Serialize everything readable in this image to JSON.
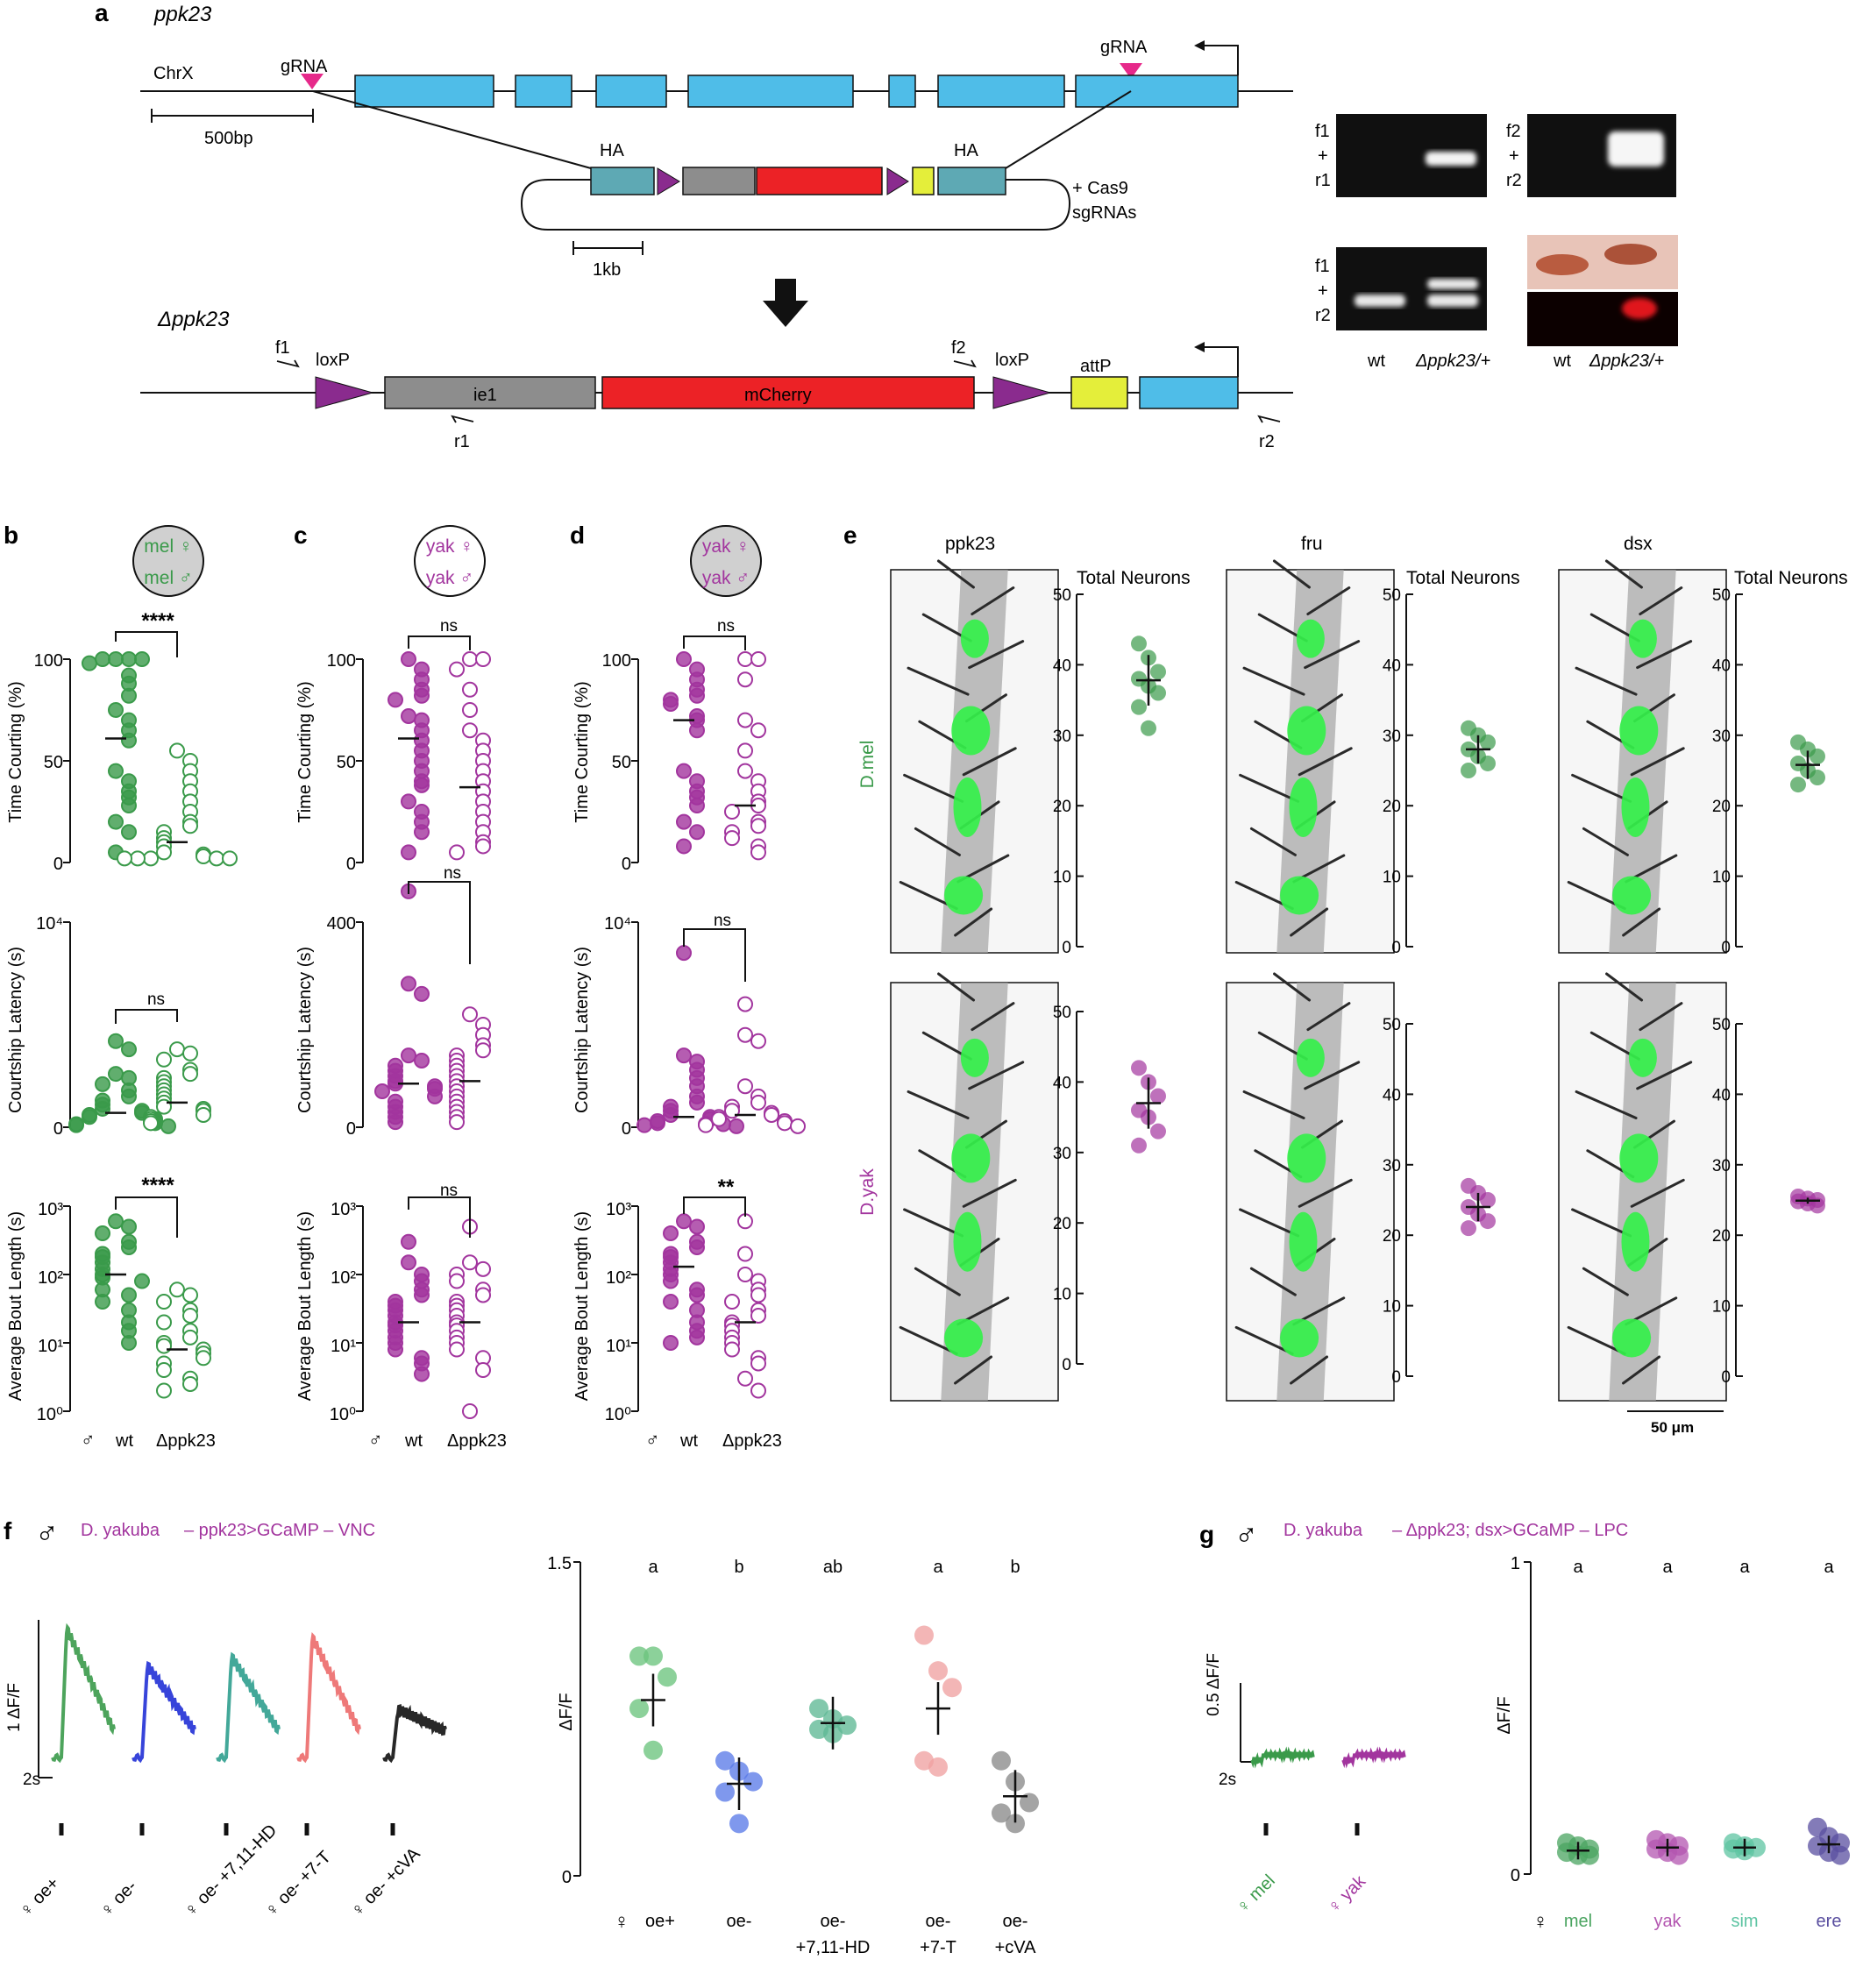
{
  "panel_a": {
    "letter": "a",
    "gene_title": "ppk23",
    "chr_label": "ChrX",
    "grna_label": "gRNA",
    "scale_500bp": "500bp",
    "ha_label": "HA",
    "cas9_line1": "+ Cas9",
    "cas9_line2": "sgRNAs",
    "scale_1kb": "1kb",
    "mutant_title": "Δppk23",
    "f1": "f1",
    "f2": "f2",
    "r1": "r1",
    "r2": "r2",
    "loxp": "loxP",
    "ie1": "ie1",
    "mcherry": "mCherry",
    "attp": "attP",
    "gel_f1r1": [
      "f1",
      "+",
      "r1"
    ],
    "gel_f2r2": [
      "f2",
      "+",
      "r2"
    ],
    "gel_f1r2": [
      "f1",
      "+",
      "r2"
    ],
    "gel_wt": "wt",
    "gel_mut": "Δppk23/+",
    "fly_wt": "wt",
    "fly_mut": "Δppk23/+"
  },
  "panels_bcd": {
    "b_letter": "b",
    "c_letter": "c",
    "d_letter": "d",
    "icon_b": [
      "mel ♀",
      "mel ♂"
    ],
    "icon_c": [
      "yak ♀",
      "yak ♂"
    ],
    "icon_d": [
      "yak ♀",
      "yak ♂"
    ],
    "ylabel_time": "Time Courting (%)",
    "ylabel_latency": "Courtship Latency (s)",
    "ylabel_bout": "Average Bout Length (s)",
    "xlabel_male": "♂",
    "xlabel_wt": "wt",
    "xlabel_mut": "Δppk23",
    "sig": {
      "b_time": "****",
      "b_lat": "ns",
      "b_bout": "****",
      "c_time": "ns",
      "c_lat": "ns",
      "c_bout": "ns",
      "d_time": "ns",
      "d_lat": "ns",
      "d_bout": "**"
    },
    "ticks_time": [
      "0",
      "50",
      "100"
    ],
    "ticks_lat_log": [
      "0",
      "10⁴"
    ],
    "ticks_lat_lin": [
      "0",
      "400"
    ],
    "ticks_bout": [
      "10⁰",
      "10¹",
      "10²",
      "10³"
    ]
  },
  "panel_e": {
    "letter": "e",
    "col_titles": [
      "ppk23",
      "fru",
      "dsx"
    ],
    "row_labels": [
      "D.mel",
      "D.yak"
    ],
    "axis_title": "Total Neurons",
    "ticks": [
      "0",
      "10",
      "20",
      "30",
      "40",
      "50"
    ],
    "scale_bar": "50 μm"
  },
  "panel_f": {
    "letter": "f",
    "title_species": "D. yakuba",
    "title_rest": "– ppk23>GCaMP – VNC",
    "scale_y": "1 ΔF/F",
    "scale_x": "2s",
    "trace_labels": [
      "♀ oe+",
      "♀ oe-",
      "♀ oe- +7,11-HD",
      "♀ oe- +7-T",
      "♀ oe- +cVA"
    ],
    "ylabel": "ΔF/F",
    "yticks": [
      "0",
      "1.5"
    ],
    "letters": [
      "a",
      "b",
      "ab",
      "a",
      "b"
    ],
    "x_female": "♀",
    "x_labels": [
      [
        "oe+"
      ],
      [
        "oe-"
      ],
      [
        "oe-",
        "+7,11-HD"
      ],
      [
        "oe-",
        "+7-T"
      ],
      [
        "oe-",
        "+cVA"
      ]
    ]
  },
  "panel_g": {
    "letter": "g",
    "title_species": "D. yakuba",
    "title_rest": "– Δppk23; dsx>GCaMP – LPC",
    "scale_y": "0.5 ΔF/F",
    "scale_x": "2s",
    "trace_labels": [
      "♀ mel",
      "♀ yak"
    ],
    "ylabel": "ΔF/F",
    "yticks": [
      "0",
      "1"
    ],
    "letters": [
      "a",
      "a",
      "a",
      "a"
    ],
    "x_female": "♀",
    "x_labels": [
      "mel",
      "yak",
      "sim",
      "ere"
    ]
  },
  "colors": {
    "mel": "#3a9a4a",
    "yak": "#a2359e",
    "blue_exon": "#4fbde8",
    "teal": "#5ea9b4",
    "red": "#ec2226",
    "purple": "#8a2b8e",
    "grey": "#8d8d8d",
    "yellow": "#e4ee3a",
    "pink": "#e6298a"
  },
  "chart_data": [
    {
      "type": "scatter",
      "panel": "b-time",
      "ylabel": "Time Courting (%)",
      "ylim": [
        0,
        100
      ],
      "series": [
        {
          "name": "wt",
          "values": [
            100,
            100,
            100,
            100,
            98,
            92,
            88,
            82,
            75,
            70,
            65,
            60,
            45,
            40,
            35,
            32,
            28,
            20,
            15,
            5
          ],
          "median": 61
        },
        {
          "name": "Δppk23",
          "values": [
            55,
            50,
            45,
            40,
            35,
            30,
            25,
            20,
            18,
            15,
            12,
            10,
            8,
            5,
            4,
            3,
            2,
            2,
            2,
            2,
            2
          ],
          "median": 10
        }
      ]
    },
    {
      "type": "scatter",
      "panel": "b-latency",
      "ylabel": "Courtship Latency (s)",
      "ylim": [
        0,
        10000
      ],
      "series": [
        {
          "name": "wt",
          "values": [
            4200,
            3800,
            2600,
            2400,
            2100,
            1800,
            1500,
            1300,
            1100,
            900,
            800,
            700,
            600,
            500,
            400,
            300,
            200,
            150,
            100,
            50
          ],
          "median": 700
        },
        {
          "name": "Δppk23",
          "values": [
            3800,
            3600,
            3300,
            2800,
            2600,
            2400,
            2200,
            2000,
            1800,
            1600,
            1400,
            1200,
            1000,
            900,
            800,
            600,
            500,
            400,
            300,
            200
          ],
          "median": 1200
        }
      ]
    },
    {
      "type": "scatter",
      "panel": "b-bout",
      "ylabel": "Average Bout Length (s)",
      "log": true,
      "series": [
        {
          "name": "wt",
          "values": [
            600,
            500,
            400,
            300,
            250,
            200,
            180,
            150,
            120,
            100,
            90,
            80,
            60,
            50,
            40,
            30,
            20,
            15,
            10
          ],
          "median": 100
        },
        {
          "name": "Δppk23",
          "values": [
            60,
            50,
            40,
            30,
            25,
            20,
            15,
            12,
            10,
            9,
            8,
            7,
            6,
            5,
            4,
            3,
            2.5,
            2
          ],
          "median": 8
        }
      ]
    },
    {
      "type": "scatter",
      "panel": "c-time",
      "ylabel": "Time Courting (%)",
      "ylim": [
        0,
        100
      ],
      "series": [
        {
          "name": "wt",
          "values": [
            100,
            95,
            90,
            85,
            82,
            80,
            72,
            70,
            65,
            60,
            55,
            50,
            45,
            40,
            38,
            30,
            25,
            20,
            15,
            5
          ],
          "median": 61
        },
        {
          "name": "Δppk23",
          "values": [
            100,
            100,
            95,
            85,
            75,
            65,
            60,
            55,
            50,
            45,
            40,
            35,
            30,
            25,
            20,
            15,
            10,
            8,
            5
          ],
          "median": 37
        }
      ]
    },
    {
      "type": "scatter",
      "panel": "c-latency",
      "ylabel": "Courtship Latency (s)",
      "ylim": [
        0,
        400
      ],
      "series": [
        {
          "name": "wt",
          "values": [
            460,
            280,
            260,
            140,
            130,
            120,
            110,
            100,
            90,
            85,
            80,
            75,
            70,
            60,
            50,
            40,
            30,
            20,
            10
          ],
          "median": 85
        },
        {
          "name": "Δppk23",
          "values": [
            220,
            200,
            180,
            160,
            150,
            140,
            130,
            120,
            110,
            100,
            90,
            80,
            70,
            60,
            50,
            40,
            30,
            20,
            10
          ],
          "median": 90
        }
      ]
    },
    {
      "type": "scatter",
      "panel": "c-bout",
      "ylabel": "Average Bout Length (s)",
      "log": true,
      "series": [
        {
          "name": "wt",
          "values": [
            300,
            150,
            100,
            80,
            60,
            50,
            40,
            35,
            30,
            25,
            20,
            18,
            15,
            12,
            10,
            8,
            6,
            5,
            3.5
          ],
          "median": 20
        },
        {
          "name": "Δppk23",
          "values": [
            500,
            150,
            120,
            100,
            80,
            60,
            50,
            40,
            35,
            30,
            25,
            20,
            18,
            15,
            12,
            10,
            8,
            6,
            4,
            1
          ],
          "median": 20
        }
      ]
    },
    {
      "type": "scatter",
      "panel": "d-time",
      "ylabel": "Time Courting (%)",
      "ylim": [
        0,
        100
      ],
      "series": [
        {
          "name": "wt",
          "values": [
            100,
            95,
            90,
            85,
            82,
            80,
            78,
            72,
            70,
            65,
            45,
            40,
            35,
            32,
            28,
            20,
            15,
            8
          ],
          "median": 70
        },
        {
          "name": "Δppk23",
          "values": [
            100,
            100,
            90,
            70,
            65,
            55,
            45,
            40,
            35,
            30,
            28,
            25,
            20,
            18,
            15,
            12,
            8,
            5
          ],
          "median": 28
        }
      ]
    },
    {
      "type": "scatter",
      "panel": "d-latency",
      "ylabel": "Courtship Latency (s)",
      "ylim": [
        0,
        10000
      ],
      "series": [
        {
          "name": "wt",
          "values": [
            8500,
            3500,
            3200,
            2800,
            2400,
            2000,
            1500,
            1200,
            1000,
            800,
            600,
            500,
            400,
            300,
            200,
            150,
            100,
            50
          ],
          "median": 500
        },
        {
          "name": "Δppk23",
          "values": [
            6000,
            4500,
            4200,
            2000,
            1500,
            1200,
            1000,
            800,
            700,
            600,
            500,
            400,
            300,
            200,
            150,
            100,
            50
          ],
          "median": 600
        }
      ]
    },
    {
      "type": "scatter",
      "panel": "d-bout",
      "ylabel": "Average Bout Length (s)",
      "log": true,
      "series": [
        {
          "name": "wt",
          "values": [
            600,
            500,
            400,
            300,
            250,
            200,
            180,
            150,
            120,
            100,
            80,
            60,
            50,
            40,
            30,
            20,
            15,
            12,
            10
          ],
          "median": 130
        },
        {
          "name": "Δppk23",
          "values": [
            600,
            200,
            100,
            80,
            60,
            50,
            40,
            30,
            25,
            20,
            18,
            15,
            12,
            10,
            8,
            6,
            5,
            3,
            2
          ],
          "median": 20
        }
      ]
    },
    {
      "type": "scatter",
      "panel": "e-totals",
      "ylabel": "Total Neurons",
      "ylim": [
        0,
        50
      ],
      "series": [
        {
          "name": "ppk23 D.mel",
          "values": [
            43,
            41,
            39,
            38,
            37,
            36,
            34,
            31
          ],
          "mean": 37.8
        },
        {
          "name": "fru D.mel",
          "values": [
            31,
            30,
            29,
            28,
            27,
            26,
            25
          ],
          "mean": 28
        },
        {
          "name": "dsx D.mel",
          "values": [
            29,
            28,
            27,
            26,
            25,
            24,
            23
          ],
          "mean": 25.8
        },
        {
          "name": "ppk23 D.yak",
          "values": [
            42,
            40,
            38,
            36,
            35,
            33,
            31
          ],
          "mean": 37
        },
        {
          "name": "fru D.yak",
          "values": [
            27,
            26,
            25,
            24,
            23,
            22,
            21
          ],
          "mean": 24
        },
        {
          "name": "dsx D.yak",
          "values": [
            25.5,
            25.2,
            25,
            24.8,
            24.5,
            24.2
          ],
          "mean": 24.9
        }
      ]
    },
    {
      "type": "scatter",
      "panel": "f-summary",
      "ylabel": "ΔF/F",
      "ylim": [
        0,
        1.5
      ],
      "categories": [
        "oe+",
        "oe-",
        "oe- +7,11-HD",
        "oe- +7-T",
        "oe- +cVA"
      ],
      "series": [
        {
          "name": "oe+",
          "values": [
            1.05,
            1.05,
            0.95,
            0.8,
            0.6
          ],
          "mean": 0.84
        },
        {
          "name": "oe-",
          "values": [
            0.55,
            0.5,
            0.45,
            0.4,
            0.25
          ],
          "mean": 0.44
        },
        {
          "name": "oe- +7,11-HD",
          "values": [
            0.8,
            0.75,
            0.72,
            0.7,
            0.68
          ],
          "mean": 0.73
        },
        {
          "name": "oe- +7-T",
          "values": [
            1.15,
            0.98,
            0.9,
            0.55,
            0.52
          ],
          "mean": 0.8
        },
        {
          "name": "oe- +cVA",
          "values": [
            0.55,
            0.45,
            0.35,
            0.3,
            0.25
          ],
          "mean": 0.38
        }
      ]
    },
    {
      "type": "scatter",
      "panel": "g-summary",
      "ylabel": "ΔF/F",
      "ylim": [
        0,
        1
      ],
      "categories": [
        "mel",
        "yak",
        "sim",
        "ere"
      ],
      "series": [
        {
          "name": "mel",
          "values": [
            0.1,
            0.09,
            0.08,
            0.07,
            0.06,
            0.06
          ],
          "mean": 0.075
        },
        {
          "name": "yak",
          "values": [
            0.11,
            0.1,
            0.09,
            0.08,
            0.07,
            0.06
          ],
          "mean": 0.085
        },
        {
          "name": "sim",
          "values": [
            0.1,
            0.09,
            0.085,
            0.08,
            0.075
          ],
          "mean": 0.085
        },
        {
          "name": "ere",
          "values": [
            0.15,
            0.12,
            0.1,
            0.09,
            0.07,
            0.06
          ],
          "mean": 0.095
        }
      ]
    }
  ]
}
